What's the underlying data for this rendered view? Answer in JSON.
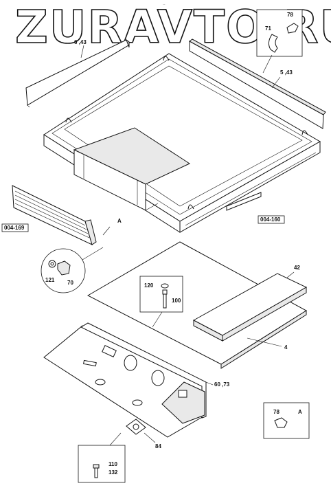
{
  "watermark": "ZURAVTO.RU",
  "header_mark": "~~",
  "labels": {
    "p78_top": "78",
    "p71": "71",
    "p6_43_left": "6 ,43",
    "p5_43_right": "5 ,43",
    "ref_004_169": "004-169",
    "ref_004_160": "004-160",
    "detail_a_main": "A",
    "p121": "121",
    "p70": "70",
    "p42": "42",
    "p120": "120",
    "p100": "100",
    "p4": "4",
    "p60_73": "60 ,73",
    "p78_detail": "78",
    "detail_a_box": "A",
    "p84": "84",
    "p110": "110",
    "p132": "132"
  }
}
